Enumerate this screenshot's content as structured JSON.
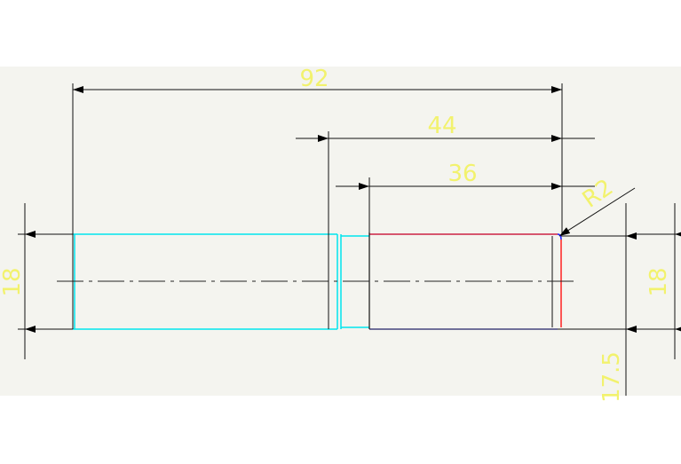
{
  "drawing": {
    "dimensions": {
      "overall_length": "92",
      "right_section_length": "44",
      "thread_length": "36",
      "fillet_radius": "R2",
      "left_diameter": "18",
      "right_diameter": "18",
      "end_diameter": "17.5"
    },
    "colors": {
      "background": "#f4f4ef",
      "dimension_text": "#f2f26d",
      "dimension_lines": "#000000",
      "part_outline": "#00e5ee",
      "accent_red": "#ff2020",
      "accent_blue": "#2020ff"
    }
  }
}
